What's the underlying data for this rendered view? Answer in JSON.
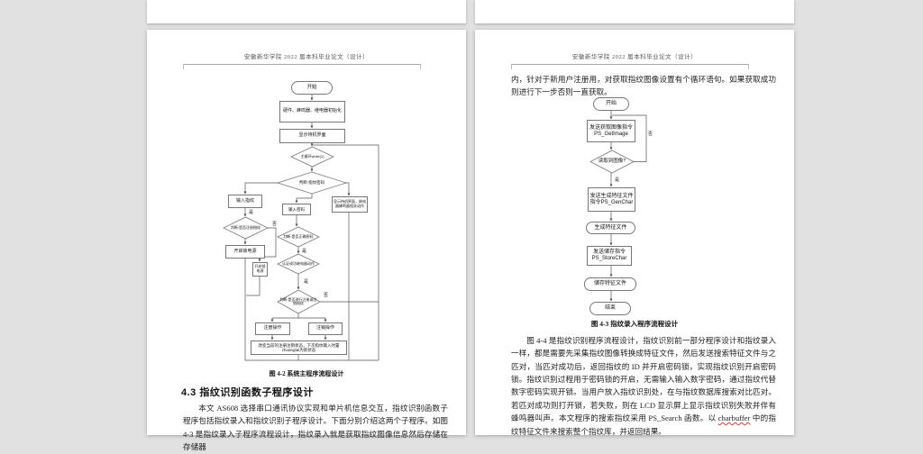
{
  "window": {
    "background_color": "#e1e1e1",
    "page_color": "#ffffff"
  },
  "header": {
    "running_title": "安徽新华学院 2022 届本科毕业论文（设计）"
  },
  "left_page": {
    "flowchart": {
      "nodes": {
        "start": "开始",
        "init": "硬件、蜂鸣器、继电器初始化",
        "standby": "显示待机界面",
        "main_loop": "主循环while(1)",
        "judge_mode": "判断:指纹密码",
        "input_finger": "输入指纹",
        "judge_registered": "判断:是否注册指纹",
        "open_lock_power": "开启锁电源",
        "open_lock_power_small": "开启锁电源",
        "input_password": "输入密码",
        "judge_password": "判断:是否正确密码",
        "auth_relay": "认证成功继电器动作",
        "judge_reg_unreg": "判断:是否进行注册或注销指纹",
        "register_op": "注册操作",
        "unregister_op": "注销操作",
        "change_state": "改变当前的注册注销状态，下次指纹输入时置zhuangtai为新状态",
        "standby_actions": "显示待机界面，继电器蜂鸣器相关动作"
      },
      "edges": {
        "yes1": "是",
        "yes2": "是",
        "yes3": "是",
        "no1": "否",
        "no2": "否"
      }
    },
    "figure_caption": "图 4-2 系统主程序流程设计",
    "section_heading": "4.3 指纹识别函数子程序设计",
    "paragraph": "本文 AS608 选择串口通讯协议实现和单片机信息交互，指纹识别函数子程序包括指纹录入和指纹识别子程序设计。下面分别介绍这两个子程序。如图 4-3 是指纹录入子程序流程设计，指纹录入就是获取指纹图像信息然后存储在存储器"
  },
  "right_page": {
    "intro_paragraph": "内，针对于新用户注册用，对获取指纹图像设置有个循环语句。如果获取成功则进行下一步否则一直获取。",
    "flowchart": {
      "nodes": {
        "start": "开始",
        "get_image": "发送获取图像指令 PS_GetImage",
        "judge_image": "读取到图像?",
        "gen_char": "发送生成特征文件指令PS_GenChar",
        "feature_file": "生成特征文件",
        "store_char": "发送储存指令 PS_StoreChar",
        "store_file": "储存特征文件",
        "end": "结束"
      },
      "edges": {
        "yes": "是",
        "no": "否"
      }
    },
    "figure_caption": "图 4-3 指纹录入程序流程设计",
    "para1": "图 4-4 是指纹识别程序流程设计，指纹识别前一部分程序设计和指纹录入一样，都是需要先采集指纹图像转换成特征文件，然后发送搜索特征文件与之匹对，当匹对成功后，返回指纹的 ID 并开启密码锁，实现指纹识别开启密码锁。",
    "para2_before": "指纹识别过程用于密码锁的开启，无需输入输入数字密码，通过指纹代替数字密码实现开锁。当用户放入指纹识别处，在与指纹数据库搜索对比匹对。若匹对成功则打开锁，若失败，则在 LCD 显示屏上显示指纹识别失败并伴有蜂鸣器叫声。本文程序的搜索指纹采用 PS_Search 函数。以 ",
    "para2_flagged": "charbuffer",
    "para2_after": " 中的指纹特征文件来搜索整个指纹库，并返回结果。"
  }
}
